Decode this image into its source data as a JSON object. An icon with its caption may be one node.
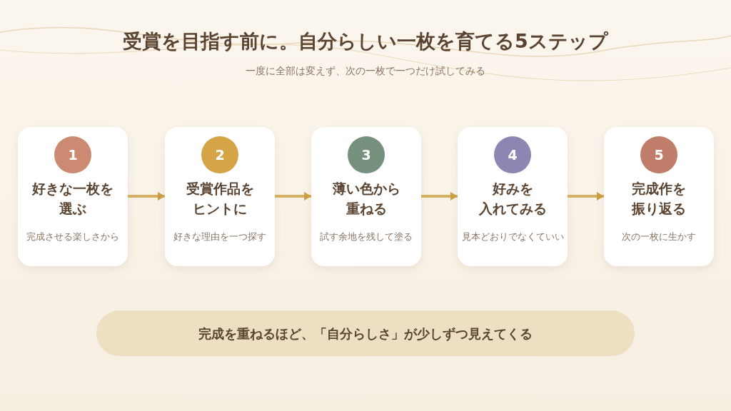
{
  "diagram": {
    "title": "受賞を目指す前に。自分らしい一枚を育てる5ステップ",
    "caption": "一度に全部は変えず、次の一枚で一つだけ試してみる",
    "nodes": [
      {
        "text": [
          "1",
          "好きな一枚を選ぶ",
          "完成させる楽しさから"
        ]
      },
      {
        "text": [
          "2",
          "受賞作品をヒントに",
          "好きな理由を一つ探す"
        ]
      },
      {
        "text": [
          "3",
          "薄い色から重ねる",
          "試す余地を残して塗る"
        ]
      },
      {
        "text": [
          "4",
          "好みを入れてみる",
          "見本どおりでなくていい"
        ]
      },
      {
        "text": [
          "5",
          "完成作を振り返る",
          "次の一枚に生かす"
        ]
      },
      {
        "text": [
          "完成を重ねるほど、「自分らしさ」が少しずつ見えてくる"
        ]
      }
    ],
    "edges": [
      {
        "from": 0,
        "to": 1,
        "arrow": "to"
      },
      {
        "from": 1,
        "to": 2,
        "arrow": "to"
      },
      {
        "from": 2,
        "to": 3,
        "arrow": "to"
      },
      {
        "from": 3,
        "to": 4,
        "arrow": "to"
      }
    ]
  }
}
